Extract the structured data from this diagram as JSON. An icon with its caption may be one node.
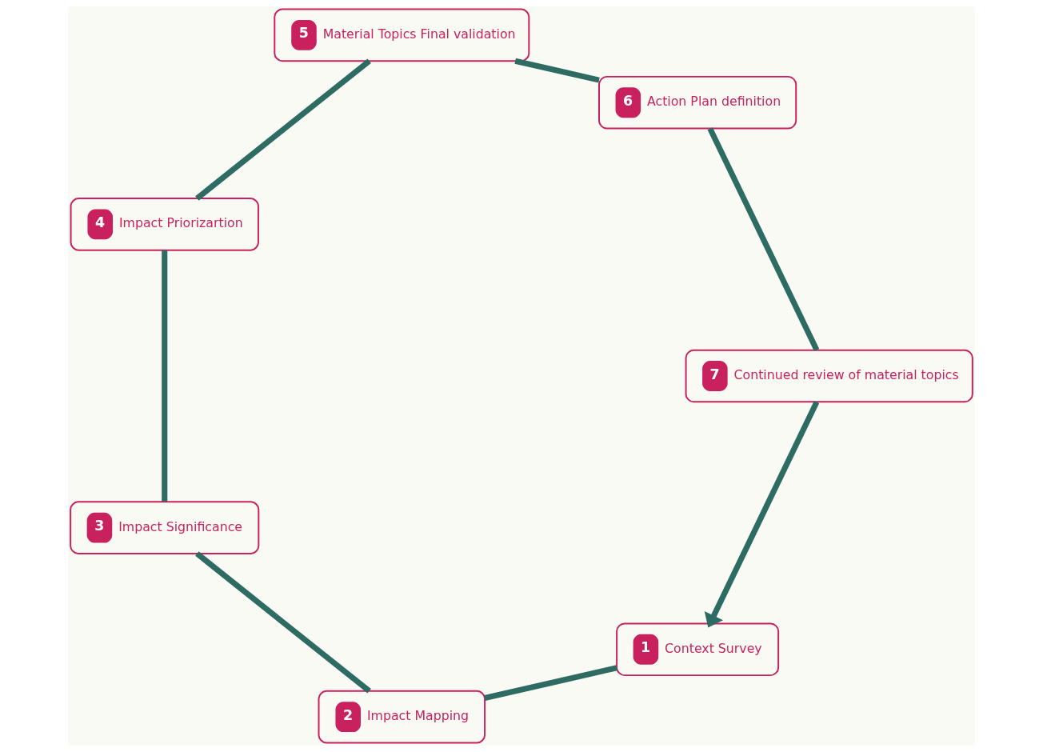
{
  "diagram": {
    "nodes": [
      {
        "text": [
          "1",
          "Context Survey"
        ]
      },
      {
        "text": [
          "2",
          "Impact Mapping"
        ]
      },
      {
        "text": [
          "3",
          "Impact Significance"
        ]
      },
      {
        "text": [
          "4",
          "Impact Priorizartion"
        ]
      },
      {
        "text": [
          "5",
          "Material Topics Final validation"
        ]
      },
      {
        "text": [
          "6",
          "Action Plan definition"
        ]
      },
      {
        "text": [
          "7",
          "Continued review of material topics"
        ]
      }
    ],
    "edges": [
      {
        "from": 0,
        "to": 1,
        "arrow": "none"
      },
      {
        "from": 1,
        "to": 2,
        "arrow": "none"
      },
      {
        "from": 2,
        "to": 3,
        "arrow": "none"
      },
      {
        "from": 3,
        "to": 4,
        "arrow": "none"
      },
      {
        "from": 4,
        "to": 5,
        "arrow": "none"
      },
      {
        "from": 5,
        "to": 6,
        "arrow": "none"
      },
      {
        "from": 6,
        "to": 0,
        "arrow": "to"
      }
    ]
  }
}
